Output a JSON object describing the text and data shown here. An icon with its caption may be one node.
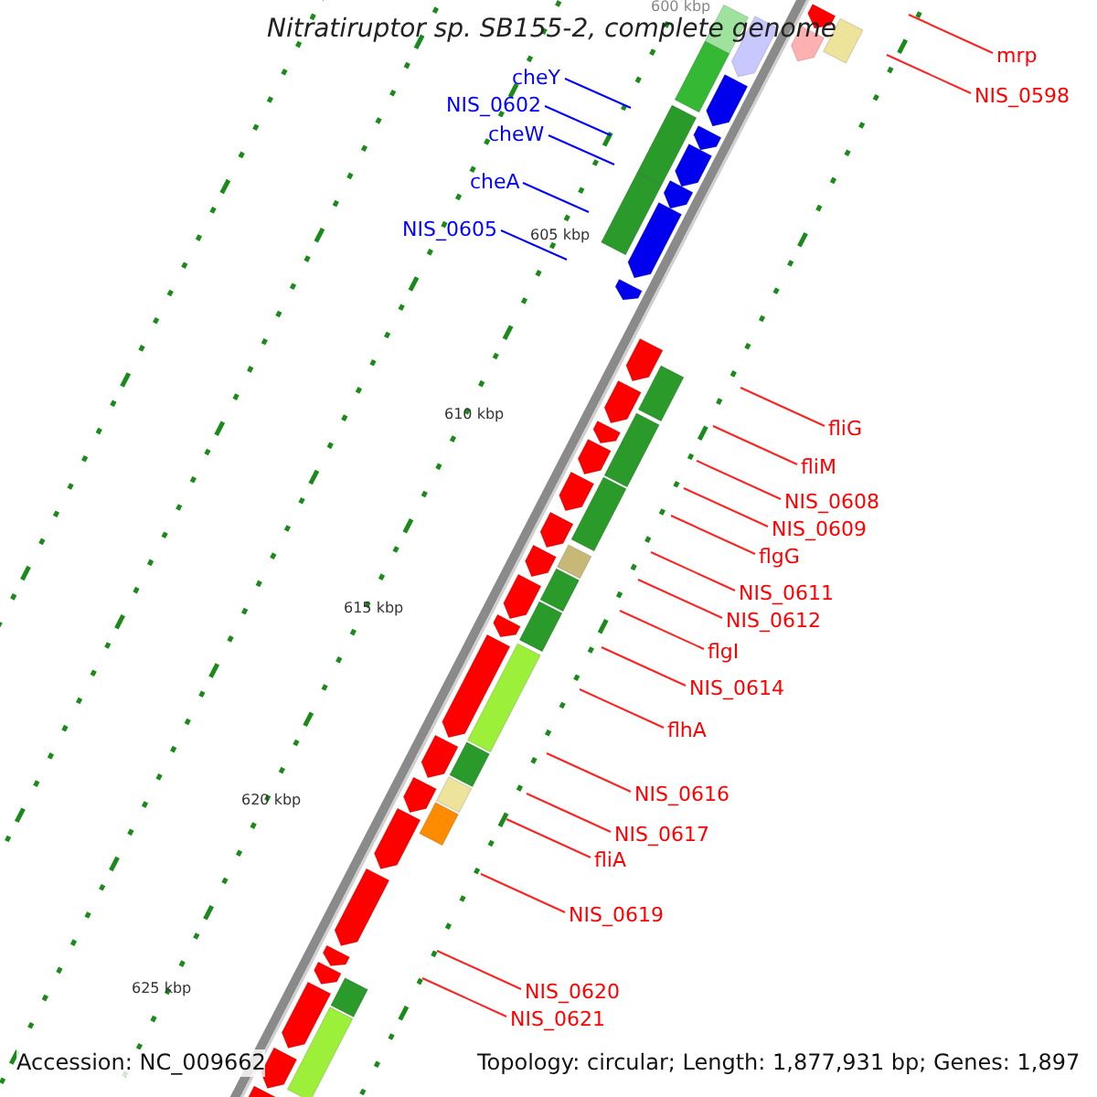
{
  "diagram": {
    "title": "Nitratiruptor sp. SB155-2, complete genome",
    "nodes": [
      {
        "text": [
          "mrp"
        ]
      },
      {
        "text": [
          "NIS_0598"
        ]
      },
      {
        "text": [
          "cheY"
        ]
      },
      {
        "text": [
          "NIS_0602"
        ]
      },
      {
        "text": [
          "cheW"
        ]
      },
      {
        "text": [
          "cheA"
        ]
      },
      {
        "text": [
          "NIS_0605"
        ]
      },
      {
        "text": [
          "fliG"
        ]
      },
      {
        "text": [
          "fliM"
        ]
      },
      {
        "text": [
          "NIS_0608"
        ]
      },
      {
        "text": [
          "NIS_0609"
        ]
      },
      {
        "text": [
          "flgG"
        ]
      },
      {
        "text": [
          "NIS_0611"
        ]
      },
      {
        "text": [
          "NIS_0612"
        ]
      },
      {
        "text": [
          "flgI"
        ]
      },
      {
        "text": [
          "NIS_0614"
        ]
      },
      {
        "text": [
          "flhA"
        ]
      },
      {
        "text": [
          "NIS_0616"
        ]
      },
      {
        "text": [
          "NIS_0617"
        ]
      },
      {
        "text": [
          "fliA"
        ]
      },
      {
        "text": [
          "NIS_0619"
        ]
      },
      {
        "text": [
          "NIS_0620"
        ]
      },
      {
        "text": [
          "NIS_0621"
        ]
      }
    ],
    "edges": [
      {
        "from": 0,
        "to": null,
        "arrow": "none"
      },
      {
        "from": 1,
        "to": null,
        "arrow": "none"
      },
      {
        "from": 2,
        "to": null,
        "arrow": "none",
        "color": "#0000ff"
      },
      {
        "from": 3,
        "to": null,
        "arrow": "none",
        "color": "#0000ff"
      },
      {
        "from": 4,
        "to": null,
        "arrow": "none",
        "color": "#0000ff"
      },
      {
        "from": 5,
        "to": null,
        "arrow": "none",
        "color": "#0000ff"
      },
      {
        "from": 6,
        "to": null,
        "arrow": "none",
        "color": "#0000ff"
      },
      {
        "from": 7,
        "to": null,
        "arrow": "none"
      },
      {
        "from": 8,
        "to": null,
        "arrow": "none"
      },
      {
        "from": 9,
        "to": null,
        "arrow": "none"
      },
      {
        "from": 10,
        "to": null,
        "arrow": "none"
      },
      {
        "from": 11,
        "to": null,
        "arrow": "none"
      },
      {
        "from": 12,
        "to": null,
        "arrow": "none"
      },
      {
        "from": 13,
        "to": null,
        "arrow": "none"
      },
      {
        "from": 14,
        "to": null,
        "arrow": "none"
      },
      {
        "from": 15,
        "to": null,
        "arrow": "none"
      },
      {
        "from": 16,
        "to": null,
        "arrow": "none"
      },
      {
        "from": 17,
        "to": null,
        "arrow": "none"
      },
      {
        "from": 18,
        "to": null,
        "arrow": "none"
      },
      {
        "from": 19,
        "to": null,
        "arrow": "none"
      },
      {
        "from": 20,
        "to": null,
        "arrow": "none"
      },
      {
        "from": 21,
        "to": null,
        "arrow": "none"
      },
      {
        "from": 22,
        "to": null,
        "arrow": "none"
      }
    ],
    "labels": [
      "600 kbp",
      "605 kbp",
      "610 kbp",
      "615 kbp",
      "620 kbp",
      "625 kbp",
      "Accession: NC_009662",
      "Topology: circular; Length: 1,877,931 bp; Genes: 1,897"
    ]
  }
}
